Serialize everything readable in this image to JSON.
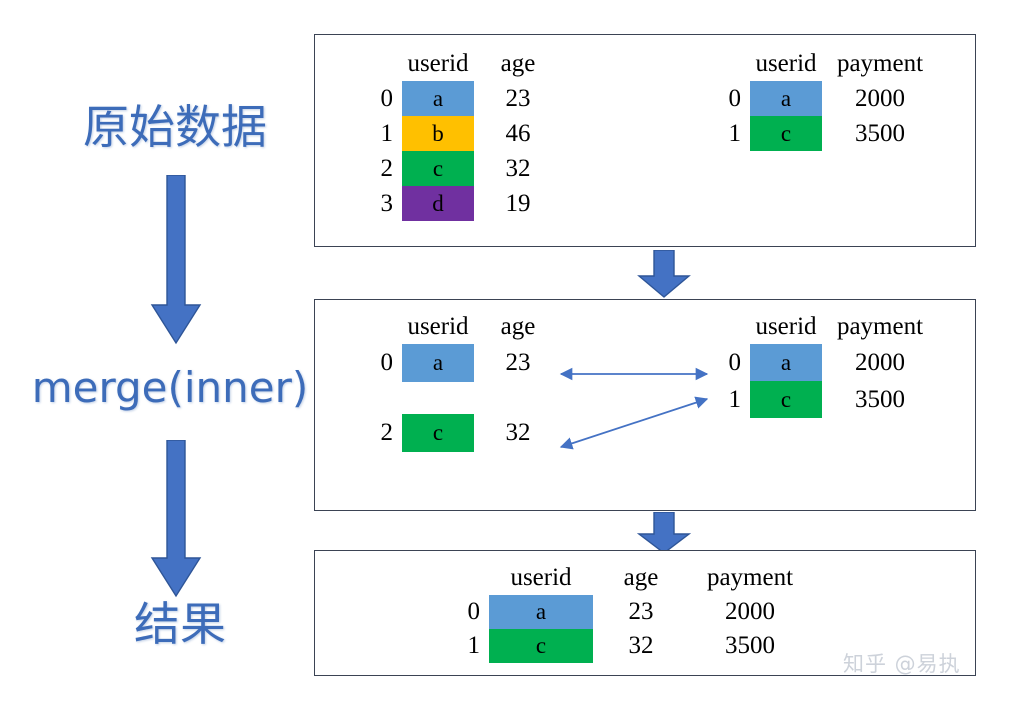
{
  "stages": [
    {
      "label": "原始数据",
      "type": "cjk"
    },
    {
      "label": "merge(inner)",
      "type": "latin"
    },
    {
      "label": "结果",
      "type": "cjk"
    }
  ],
  "colors": {
    "accent_blue": "#4472C4",
    "accent_blue_outline": "#2E5597",
    "label_blue": "#3D6CB9",
    "cell_blue": "#5B9BD5",
    "cell_yellow": "#FFC000",
    "cell_green": "#00B050",
    "cell_purple": "#7030A0",
    "panel_border": "#3B4354",
    "arrow_line": "#4472C4",
    "watermark": "#cdd2da"
  },
  "panels": {
    "raw": {
      "name": "原始数据",
      "left_table": {
        "headers": [
          "userid",
          "age"
        ],
        "index": [
          "0",
          "1",
          "2",
          "3"
        ],
        "rows": [
          {
            "userid": "a",
            "age": "23",
            "color": "#5B9BD5"
          },
          {
            "userid": "b",
            "age": "46",
            "color": "#FFC000"
          },
          {
            "userid": "c",
            "age": "32",
            "color": "#00B050"
          },
          {
            "userid": "d",
            "age": "19",
            "color": "#7030A0"
          }
        ]
      },
      "right_table": {
        "headers": [
          "userid",
          "payment"
        ],
        "index": [
          "0",
          "1"
        ],
        "rows": [
          {
            "userid": "a",
            "payment": "2000",
            "color": "#5B9BD5"
          },
          {
            "userid": "c",
            "payment": "3500",
            "color": "#00B050"
          }
        ]
      }
    },
    "merge": {
      "name": "merge(inner)",
      "left_table": {
        "headers": [
          "userid",
          "age"
        ],
        "rows": [
          {
            "index": "0",
            "userid": "a",
            "age": "23",
            "color": "#5B9BD5"
          },
          {
            "index": "2",
            "userid": "c",
            "age": "32",
            "color": "#00B050"
          }
        ]
      },
      "right_table": {
        "headers": [
          "userid",
          "payment"
        ],
        "index": [
          "0",
          "1"
        ],
        "rows": [
          {
            "userid": "a",
            "payment": "2000",
            "color": "#5B9BD5"
          },
          {
            "userid": "c",
            "payment": "3500",
            "color": "#00B050"
          }
        ]
      },
      "links": [
        {
          "from": "age-23",
          "to": "right-index-0",
          "style": "double-headed"
        },
        {
          "from": "age-32",
          "to": "right-index-1",
          "style": "double-headed"
        }
      ]
    },
    "result": {
      "name": "结果",
      "table": {
        "headers": [
          "userid",
          "age",
          "payment"
        ],
        "index": [
          "0",
          "1"
        ],
        "rows": [
          {
            "userid": "a",
            "age": "23",
            "payment": "2000",
            "color": "#5B9BD5"
          },
          {
            "userid": "c",
            "age": "32",
            "payment": "3500",
            "color": "#00B050"
          }
        ]
      }
    }
  },
  "watermark": {
    "text": "知乎 @易执"
  }
}
